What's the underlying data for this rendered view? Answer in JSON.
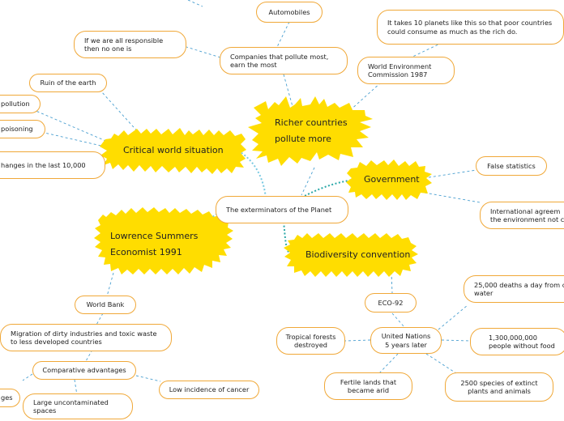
{
  "colors": {
    "node_border": "#f0a838",
    "burst_fill": "#ffdd00",
    "link_dashed": "#4a9fd0",
    "link_dotted": "#79c9e2",
    "link_teal": "#2aa8a8"
  },
  "central": {
    "label": "The exterminators of the Planet"
  },
  "main_topics": {
    "richer": [
      "Richer countries",
      "pollute more"
    ],
    "critical": [
      "Critical world situation"
    ],
    "lawrence": [
      "Lowrence Summers",
      "Economist 1991"
    ],
    "government": [
      "Government"
    ],
    "biodiversity": [
      "Biodiversity convention"
    ]
  },
  "nodes": {
    "automobiles": "Automobiles",
    "companies": "Companies that pollute most, earn the most",
    "if_we_are_all": "If we are all responsible then no one is",
    "ten_planets": "It takes 10 planets like this so that poor countries could consume as much as the rich do.",
    "wec": "World Environment Commission 1987",
    "ruin": "Ruin of the earth",
    "pollution": "pollution",
    "poisoning": "poisoning",
    "changes": "hanges in the last 10,000",
    "false_stats": "False statistics",
    "intl": "International agreem the environment not c",
    "world_bank": "World Bank",
    "migration": "Migration of dirty industries and toxic waste to less developed countries",
    "comparative": "Comparative advantages",
    "low_cancer": "Low incidence of cancer",
    "ges": "ges",
    "uncontaminated": "Large uncontaminated spaces",
    "eco92": "ECO-92",
    "un": "United Nations 5 years later",
    "tropical": "Tropical forests destroyed",
    "deaths": "25,000 deaths a day from c water",
    "without_food": "1,300,000,000 people without food",
    "fertile": "Fertile lands that became arid",
    "species": "2500 species of extinct plants and animals"
  }
}
